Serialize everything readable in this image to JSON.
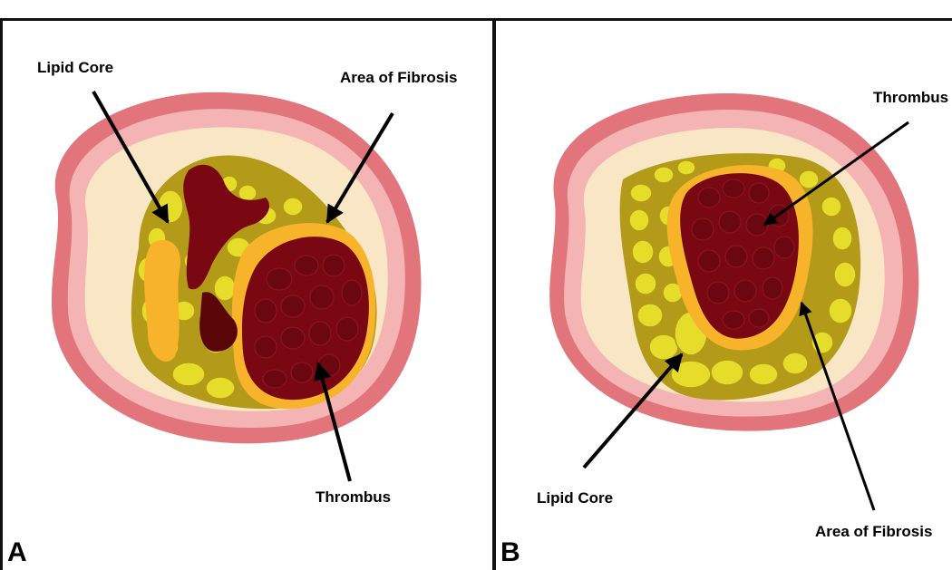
{
  "panels": [
    {
      "letter": "A",
      "labels": {
        "lipid_core": "Lipid Core",
        "area_of_fibrosis": "Area of Fibrosis",
        "thrombus": "Thrombus"
      }
    },
    {
      "letter": "B",
      "labels": {
        "thrombus": "Thrombus",
        "lipid_core": "Lipid Core",
        "area_of_fibrosis": "Area of Fibrosis"
      }
    }
  ],
  "colors": {
    "outer_wall": "#e2747c",
    "media": "#f4b4b4",
    "intima": "#f8e6c4",
    "plaque_matrix": "#b39a18",
    "lipid_blob": "#e6dc2a",
    "fibrosis": "#f7b32a",
    "thrombus": "#7a0812",
    "thrombus_cell": "#6a0710",
    "arrow": "#000000"
  }
}
